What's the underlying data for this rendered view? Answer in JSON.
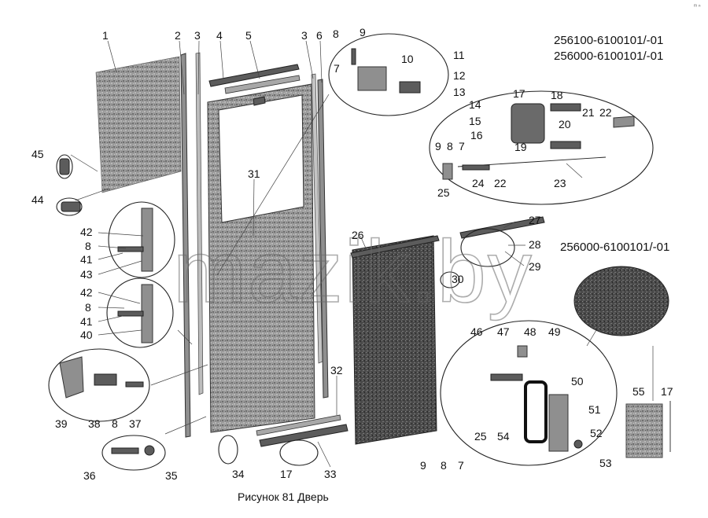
{
  "caption": "Рисунок 81  Дверь",
  "watermark": "mazik.by",
  "corner_mark": "ᵐ ⁿ",
  "codes": {
    "top1": "256100-6100101/-01",
    "top2": "256000-6100101/-01",
    "mid": "256000-6100101/-01"
  },
  "callouts": {
    "n1": "1",
    "n2": "2",
    "n3a": "3",
    "n4": "4",
    "n5": "5",
    "n3b": "3",
    "n6": "6",
    "n8a": "8",
    "n9a": "9",
    "n7a": "7",
    "n10": "10",
    "n11": "11",
    "n12": "12",
    "n13": "13",
    "n14": "14",
    "n17a": "17",
    "n18": "18",
    "n15": "15",
    "n16": "16",
    "n20": "20",
    "n21": "21",
    "n22a": "22",
    "n19": "19",
    "n9b": "9",
    "n8b": "8",
    "n7b": "7",
    "n25a": "25",
    "n24": "24",
    "n22b": "22",
    "n23": "23",
    "n45": "45",
    "n44": "44",
    "n31": "31",
    "n27": "27",
    "n26": "26",
    "n28": "28",
    "n29": "29",
    "n30": "30",
    "n42a": "42",
    "n8c": "8",
    "n41a": "41",
    "n43": "43",
    "n42b": "42",
    "n8d": "8",
    "n41b": "41",
    "n40": "40",
    "n39": "39",
    "n38": "38",
    "n8e": "8",
    "n37": "37",
    "n36": "36",
    "n35": "35",
    "n34": "34",
    "n32": "32",
    "n17b": "17",
    "n33": "33",
    "n46": "46",
    "n47": "47",
    "n48": "48",
    "n49": "49",
    "n50": "50",
    "n51": "51",
    "n52": "52",
    "n53": "53",
    "n9c": "9",
    "n8f": "8",
    "n7c": "7",
    "n25b": "25",
    "n54": "54",
    "n55": "55",
    "n17c": "17"
  }
}
